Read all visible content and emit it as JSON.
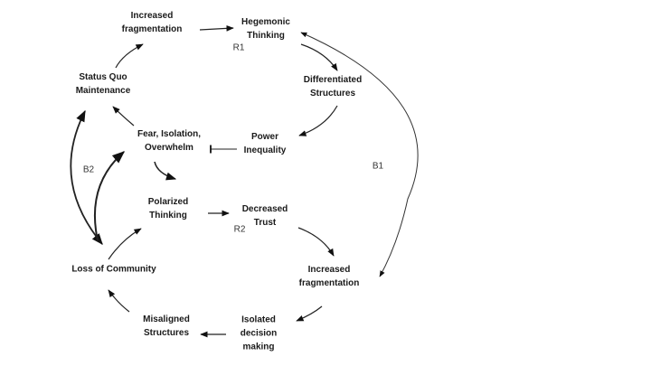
{
  "diagram": {
    "type": "causal-loop-diagram",
    "nodes": [
      {
        "id": "inc_frag_top",
        "label": "Increased\nfragmentation"
      },
      {
        "id": "hegemonic",
        "label": "Hegemonic\nThinking"
      },
      {
        "id": "diff_struct",
        "label": "Differentiated\nStructures"
      },
      {
        "id": "power_ineq",
        "label": "Power\nInequality"
      },
      {
        "id": "fear",
        "label": "Fear, Isolation,\nOverwhelm"
      },
      {
        "id": "status_quo",
        "label": "Status Quo\nMaintenance"
      },
      {
        "id": "polarized",
        "label": "Polarized\nThinking"
      },
      {
        "id": "dec_trust",
        "label": "Decreased\nTrust"
      },
      {
        "id": "inc_frag_bot",
        "label": "Increased\nfragmentation"
      },
      {
        "id": "isolated",
        "label": "Isolated\ndecision\nmaking"
      },
      {
        "id": "misaligned",
        "label": "Misaligned\nStructures"
      },
      {
        "id": "loss_comm",
        "label": "Loss of Community"
      }
    ],
    "loops": [
      {
        "id": "R1",
        "label": "R1"
      },
      {
        "id": "R2",
        "label": "R2"
      },
      {
        "id": "B1",
        "label": "B1"
      },
      {
        "id": "B2",
        "label": "B2"
      }
    ],
    "edges": [
      {
        "from": "inc_frag_top",
        "to": "hegemonic"
      },
      {
        "from": "hegemonic",
        "to": "diff_struct"
      },
      {
        "from": "diff_struct",
        "to": "power_ineq"
      },
      {
        "from": "power_ineq",
        "to": "fear"
      },
      {
        "from": "fear",
        "to": "status_quo"
      },
      {
        "from": "status_quo",
        "to": "inc_frag_top"
      },
      {
        "from": "fear",
        "to": "polarized"
      },
      {
        "from": "polarized",
        "to": "dec_trust"
      },
      {
        "from": "dec_trust",
        "to": "inc_frag_bot"
      },
      {
        "from": "inc_frag_bot",
        "to": "isolated"
      },
      {
        "from": "isolated",
        "to": "misaligned"
      },
      {
        "from": "misaligned",
        "to": "loss_comm"
      },
      {
        "from": "loss_comm",
        "to": "polarized"
      },
      {
        "from": "loss_comm",
        "to": "status_quo"
      },
      {
        "from": "loss_comm",
        "to": "fear"
      },
      {
        "from": "hegemonic",
        "to": "inc_frag_bot"
      },
      {
        "from": "inc_frag_bot",
        "to": "hegemonic"
      }
    ]
  }
}
